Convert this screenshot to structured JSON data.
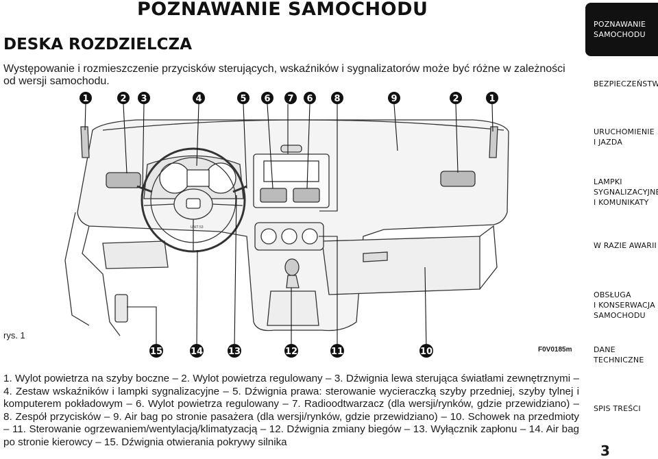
{
  "header": {
    "title": "POZNAWANIE SAMOCHODU"
  },
  "section": {
    "title": "DESKA ROZDZIELCZA",
    "intro": "Występowanie i rozmieszczenie przycisków sterujących, wskaźników i sygnalizatorów może być różne w zależności od wersji samochodu."
  },
  "figure": {
    "label": "rys. 1",
    "code": "F0V0185m",
    "top_callouts": [
      "1",
      "2",
      "3",
      "4",
      "5",
      "6",
      "7",
      "6",
      "8",
      "9",
      "2",
      "1"
    ],
    "bottom_callouts": [
      "15",
      "14",
      "13",
      "12",
      "11",
      "10"
    ],
    "unit_label": "UNIT 53"
  },
  "caption": "1. Wylot powietrza na szyby boczne – 2. Wylot powietrza regulowany – 3. Dźwignia lewa sterująca światłami zewnętrznymi – 4. Zestaw wskaźników i lampki sygnalizacyjne – 5. Dźwignia prawa: sterowanie wycieraczką szyby przedniej, szyby tylnej i komputerem pokładowym – 6. Wylot powietrza regulowany – 7. Radioodtwarzacz (dla wersji/rynków, gdzie przewidziano) – 8. Zespół przycisków – 9. Air bag po stronie pasażera (dla wersji/rynków, gdzie przewidziano) – 10. Schowek na przedmioty – 11. Sterowanie ogrzewaniem/wentylacją/klimatyzacją – 12. Dźwignia zmiany biegów – 13. Wyłącznik zapłonu – 14. Air bag po stronie kierowcy – 15. Dźwignia otwierania pokrywy silnika",
  "sidebar": {
    "tabs": [
      {
        "lines": [
          "POZNAWANIE",
          "SAMOCHODU"
        ],
        "active": true
      },
      {
        "lines": [
          "BEZPIECZEŃSTWO"
        ]
      },
      {
        "lines": [
          "URUCHOMIENIE",
          "I JAZDA"
        ]
      },
      {
        "lines": [
          "LAMPKI",
          "SYGNALIZACYJNE",
          "I KOMUNIKATY"
        ]
      },
      {
        "lines": [
          "W RAZIE AWARII"
        ]
      },
      {
        "lines": [
          "OBSŁUGA",
          "I KONSERWACJA",
          "SAMOCHODU"
        ]
      },
      {
        "lines": [
          "DANE",
          "TECHNICZNE"
        ]
      },
      {
        "lines": [
          "SPIS TREŚCI"
        ]
      }
    ]
  },
  "page_number": "3"
}
